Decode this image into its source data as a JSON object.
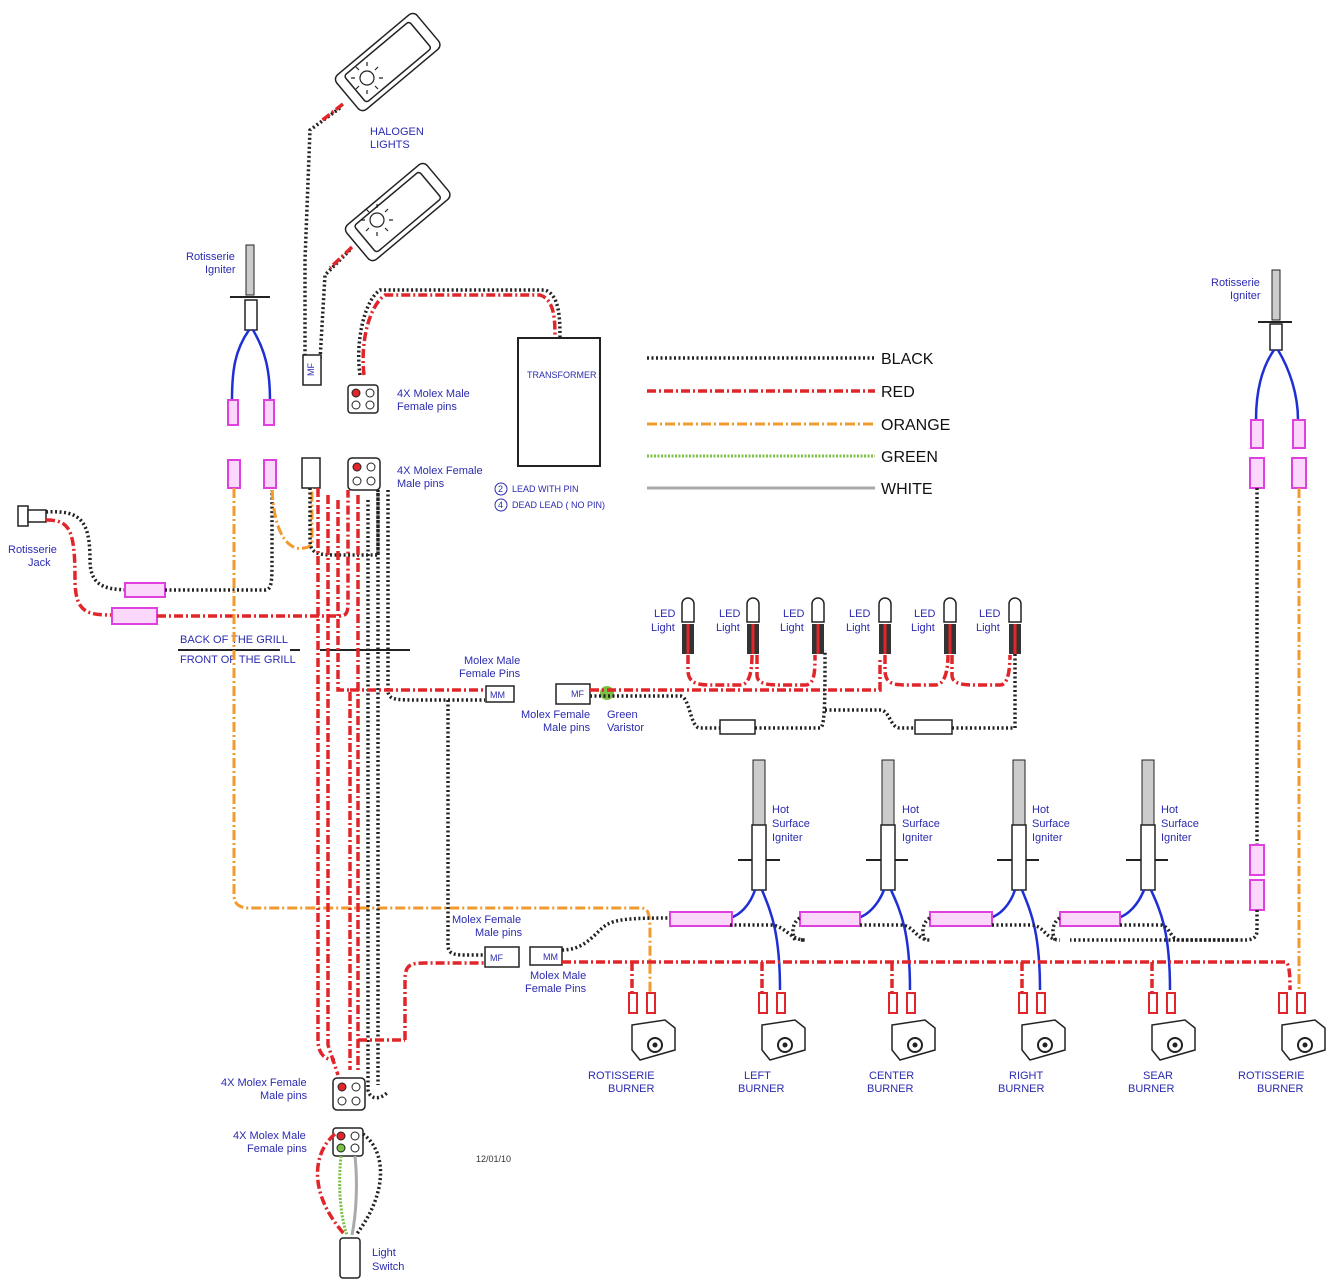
{
  "labels": {
    "halogen": [
      "HALOGEN",
      "LIGHTS"
    ],
    "rotisserie_igniter": [
      "Rotisserie",
      "Igniter"
    ],
    "rotisserie_jack": [
      "Rotisserie",
      "Jack"
    ],
    "molex_male_female_pins": [
      "4X Molex Male",
      "Female pins"
    ],
    "molex_female_male_pins": [
      "4X Molex Female",
      "Male pins"
    ],
    "transformer": "TRANSFORMER",
    "lead_with_pin": "LEAD WITH PIN",
    "dead_lead": "DEAD LEAD  ( NO PIN)",
    "lead_num_2": "2",
    "lead_num_4": "4",
    "back_of_grill": "BACK OF THE GRILL",
    "front_of_grill": "FRONT OF THE GRILL",
    "molex_male_female_pins_small": [
      "Molex Male",
      "Female Pins"
    ],
    "molex_female_male_pins_small": [
      "Molex Female",
      "Male pins"
    ],
    "green_varistor": [
      "Green",
      "Varistor"
    ],
    "led_light": [
      "LED",
      "Light"
    ],
    "hot_surface_igniter": [
      "Hot",
      "Surface",
      "Igniter"
    ],
    "rotisserie_burner": [
      "ROTISSERIE",
      "BURNER"
    ],
    "left_burner": [
      "LEFT",
      "BURNER"
    ],
    "center_burner": [
      "CENTER",
      "BURNER"
    ],
    "right_burner": [
      "RIGHT",
      "BURNER"
    ],
    "sear_burner": [
      "SEAR",
      "BURNER"
    ],
    "molex_female_male_pins_lower": [
      "4X Molex Female",
      "Male pins"
    ],
    "molex_male_female_pins_lower": [
      "4X Molex Male",
      "Female pins"
    ],
    "light_switch": [
      "Light",
      "Switch"
    ],
    "date": "12/01/10",
    "connector_mm": "MM",
    "connector_mf": "MF"
  },
  "legend": [
    {
      "label": "BLACK",
      "color": "#222222"
    },
    {
      "label": "RED",
      "color": "#e0262a"
    },
    {
      "label": "ORANGE",
      "color": "#f29a2e"
    },
    {
      "label": "GREEN",
      "color": "#7bc143"
    },
    {
      "label": "WHITE",
      "color": "#aaaaaa"
    }
  ]
}
